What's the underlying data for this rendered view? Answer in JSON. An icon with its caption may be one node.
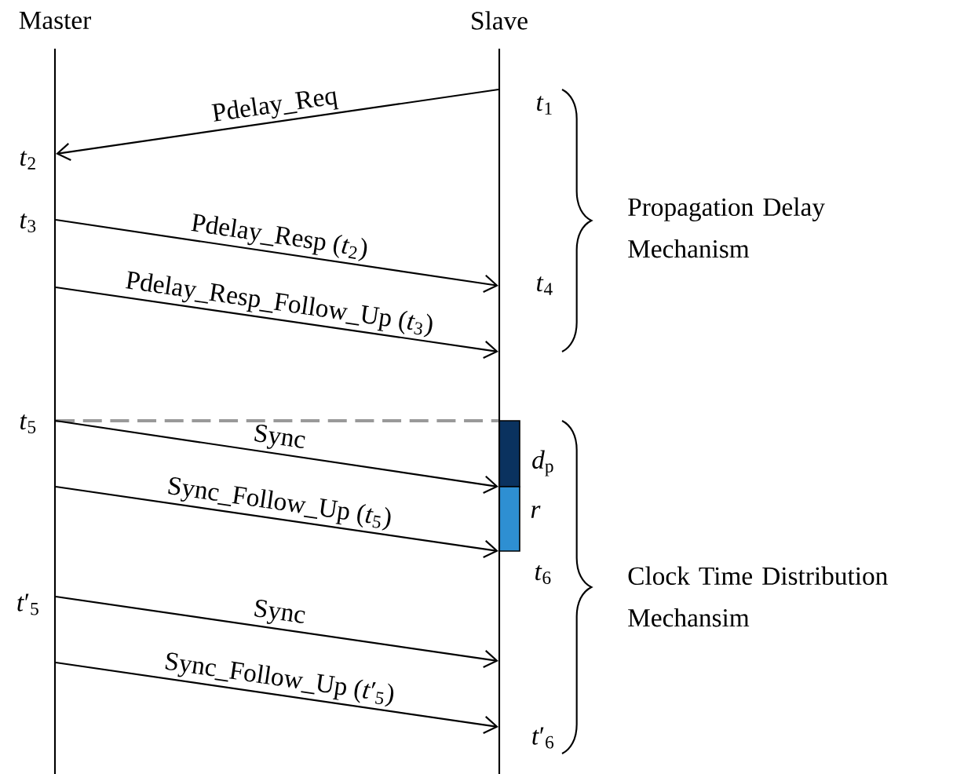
{
  "diagram": {
    "nodes": [
      {
        "text": [
          "Master"
        ]
      },
      {
        "text": [
          "Slave"
        ]
      }
    ],
    "edges": [
      {
        "from": 1,
        "to": 0,
        "arrow": "to",
        "label": "Pdelay_Req"
      },
      {
        "from": 0,
        "to": 1,
        "arrow": "to",
        "label": "Pdelay_Resp (*t*$_{2}$)"
      },
      {
        "from": 0,
        "to": 1,
        "arrow": "to",
        "label": "Pdelay_Resp_Follow_Up (*t*$_{3}$)"
      },
      {
        "from": 0,
        "to": 1,
        "arrow": "none",
        "style": "dashed",
        "color": "#999999"
      },
      {
        "from": 0,
        "to": 1,
        "arrow": "to",
        "label": "Sync"
      },
      {
        "from": 0,
        "to": 1,
        "arrow": "to",
        "label": "Sync_Follow_Up (*t*$_{5}$)"
      },
      {
        "from": 0,
        "to": 1,
        "arrow": "to",
        "label": "Sync"
      },
      {
        "from": 0,
        "to": 1,
        "arrow": "to",
        "label": "Sync_Follow_Up (*t*′$_{5}$)"
      }
    ],
    "labels": [
      "*t*$_{1}$",
      "*t*$_{2}$",
      "*t*$_{3}$",
      "*t*$_{4}$",
      "Propagation Delay Mechanism",
      "*t*$_{5}$",
      "*d*$_{p}$",
      "*r*",
      "*t*$_{6}$",
      "*t*′$_{5}$",
      "Clock Time Distribution Mechansim",
      "*t*′$_{6}$"
    ]
  }
}
